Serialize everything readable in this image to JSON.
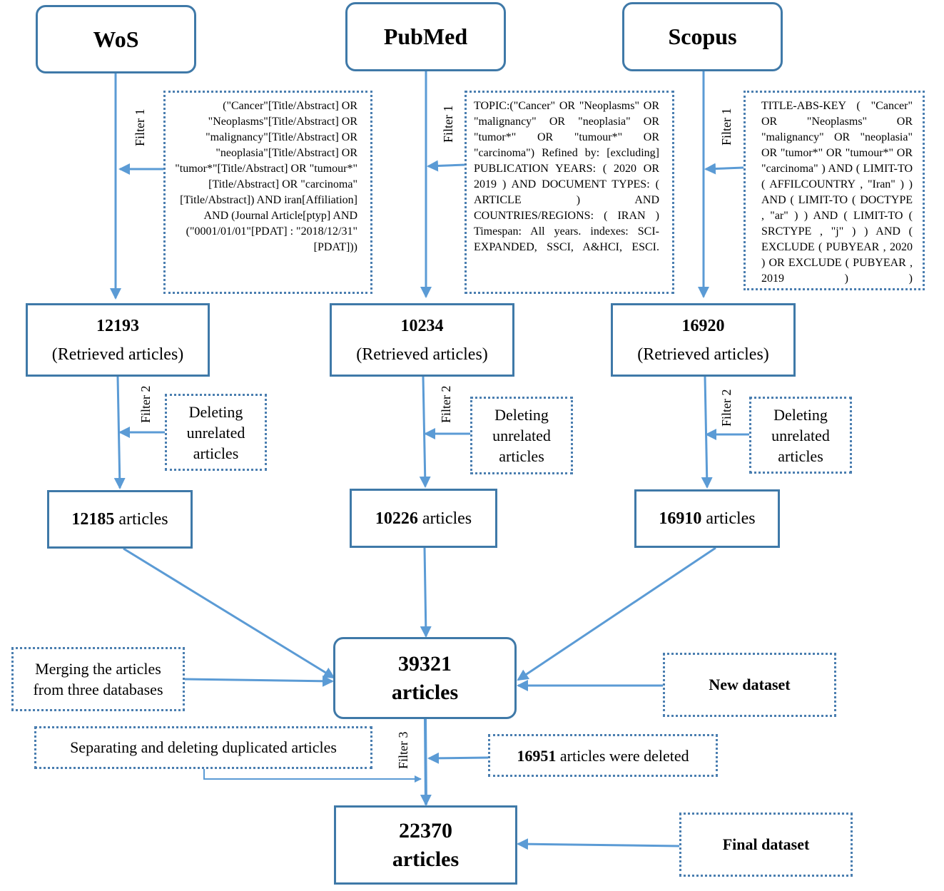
{
  "databases": [
    {
      "name": "WoS",
      "query": "(\"Cancer\"[Title/Abstract] OR \"Neoplasms\"[Title/Abstract] OR \"malignancy\"[Title/Abstract] OR \"neoplasia\"[Title/Abstract] OR \"tumor*\"[Title/Abstract] OR \"tumour*\"[Title/Abstract] OR \"carcinoma\"[Title/Abstract]) AND iran[Affiliation] AND (Journal Article[ptyp] AND (\"0001/01/01\"[PDAT] : \"2018/12/31\"[PDAT]))",
      "retrieved": "12193",
      "retrieved_label": "(Retrieved articles)",
      "remaining": "12185",
      "remaining_label": " articles",
      "filter1": "Filter 1",
      "filter2": "Filter 2",
      "delete_note": [
        "Deleting",
        "unrelated",
        "articles"
      ]
    },
    {
      "name": "PubMed",
      "query": "TOPIC:(\"Cancer\" OR \"Neoplasms\" OR \"malignancy\" OR \"neoplasia\" OR \"tumor*\" OR \"tumour*\" OR \"carcinoma\") Refined by: [excluding] PUBLICATION YEARS: ( 2020 OR 2019 ) AND DOCUMENT TYPES: ( ARTICLE ) AND COUNTRIES/REGIONS: ( IRAN ) Timespan: All years. indexes: SCI-EXPANDED, SSCI, A&HCI, ESCI.",
      "retrieved": "10234",
      "retrieved_label": "(Retrieved articles)",
      "remaining": "10226",
      "remaining_label": " articles",
      "filter1": "Filter 1",
      "filter2": "Filter 2",
      "delete_note": [
        "Deleting",
        "unrelated",
        "articles"
      ]
    },
    {
      "name": "Scopus",
      "query": "TITLE-ABS-KEY ( \"Cancer\" OR \"Neoplasms\" OR \"malignancy\" OR \"neoplasia\" OR \"tumor*\" OR \"tumour*\" OR \"carcinoma\" ) AND ( LIMIT-TO ( AFFILCOUNTRY , \"Iran\" ) ) AND ( LIMIT-TO ( DOCTYPE , \"ar\" ) ) AND ( LIMIT-TO ( SRCTYPE , \"j\" ) ) AND ( EXCLUDE ( PUBYEAR , 2020 ) OR EXCLUDE ( PUBYEAR , 2019 ) )",
      "retrieved": "16920",
      "retrieved_label": "(Retrieved articles)",
      "remaining": "16910",
      "remaining_label": " articles",
      "filter1": "Filter 1",
      "filter2": "Filter 2",
      "delete_note": [
        "Deleting",
        "unrelated",
        "articles"
      ]
    }
  ],
  "merge": {
    "count": "39321",
    "label": "articles",
    "note_line1": "Merging the articles",
    "note_line2": "from three databases",
    "side_label": "New dataset"
  },
  "dedupe": {
    "note": "Separating and deleting duplicated articles",
    "filter3": "Filter 3",
    "deleted_count": "16951",
    "deleted_label": " articles were deleted"
  },
  "final": {
    "count": "22370",
    "label": "articles",
    "side_label": "Final dataset"
  },
  "colors": {
    "box_border": "#3f79a8",
    "arrow": "#5b9bd5",
    "dotted_border": "#4a7eb0"
  }
}
